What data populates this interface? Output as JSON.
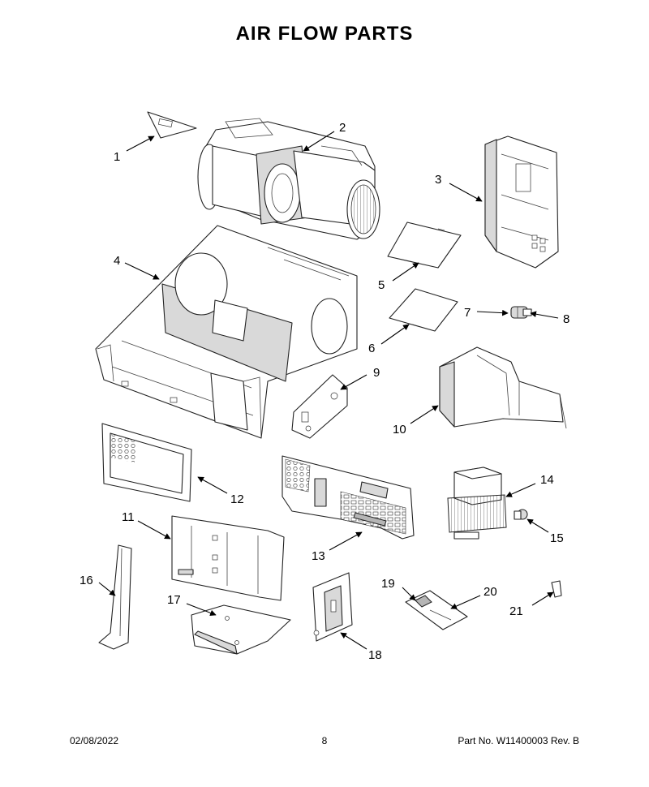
{
  "page": {
    "title": "AIR FLOW PARTS",
    "date": "02/08/2022",
    "page_number": "8",
    "part_number": "Part No.  W11400003  Rev.  B"
  },
  "callouts": [
    "1",
    "2",
    "3",
    "4",
    "5",
    "6",
    "7",
    "8",
    "9",
    "10",
    "11",
    "12",
    "13",
    "14",
    "15",
    "16",
    "17",
    "18",
    "19",
    "20",
    "21"
  ]
}
